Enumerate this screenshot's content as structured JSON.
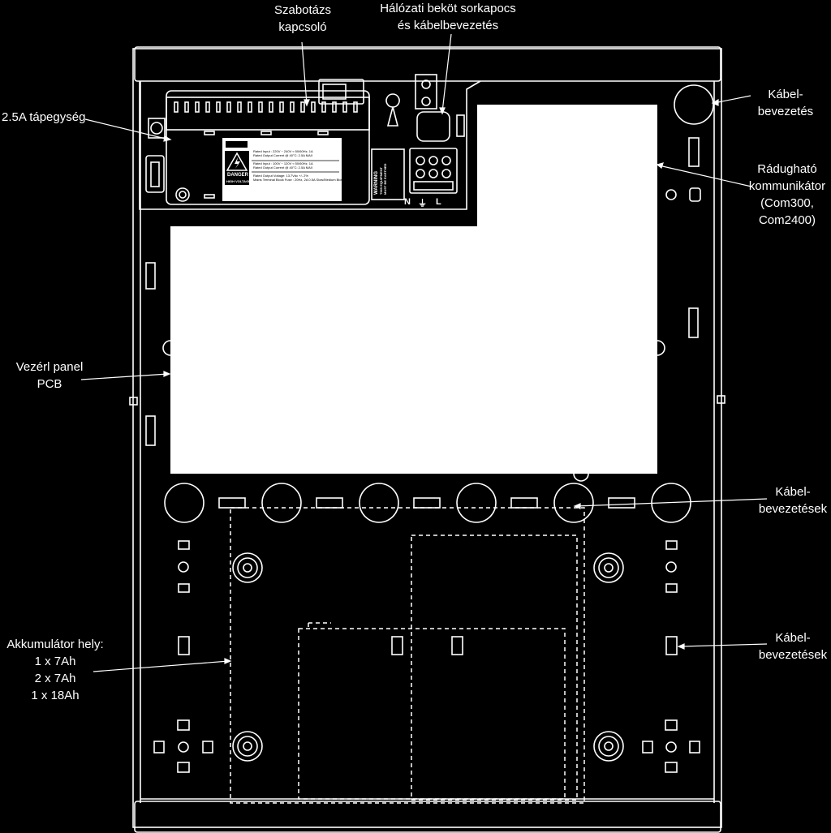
{
  "labels": {
    "tamper": [
      "Szabotázs",
      "kapcsoló"
    ],
    "mains": [
      "Hálózati beköt sorkapocs",
      "és kábelbevezetés"
    ],
    "psu": "2.5A tápegység",
    "cable_entry_top": [
      "Kábel-",
      "bevezetés"
    ],
    "comm": [
      "Rádugható",
      "kommunikátor",
      "(Com300,",
      "Com2400)"
    ],
    "pcb": [
      "Vezérl panel",
      "PCB"
    ],
    "cable_entries_mid": [
      "Kábel-",
      "bevezetések"
    ],
    "battery": [
      "Akkumulátor hely:",
      "1 x 7Ah",
      "2 x 7Ah",
      "1 x 18Ah"
    ],
    "cable_entries_low": [
      "Kábel-",
      "bevezetések"
    ]
  },
  "psu_module": {
    "danger_text": "DANGER",
    "high_voltage_text": "HIGH VOLTAGE",
    "warning_text": [
      "WARNING",
      "THIS EQUIPMENT",
      "MUST BE EARTHED"
    ],
    "terminal_marks": [
      "N",
      "⏚",
      "L"
    ],
    "rating_lines": [
      "Rated Input : 220V ~ 240V ≈ 50/60Hz, 1A",
      "Rated Output Current @ 40°C: 2.5A MAX",
      "Rated Input : 100V ~ 120V ≈ 50/60Hz, 1A",
      "Rated Output Current @ 40°C: 2.5A MAX",
      "Rated Output Voltage: 13.7Vdc +/- 2%",
      "Mains Terminal Block Fuse : 20Hz, 2A 0.5A Slow/Medium Blow"
    ]
  },
  "colors": {
    "background": "#000000",
    "line": "#ffffff",
    "panel": "#ffffff"
  }
}
